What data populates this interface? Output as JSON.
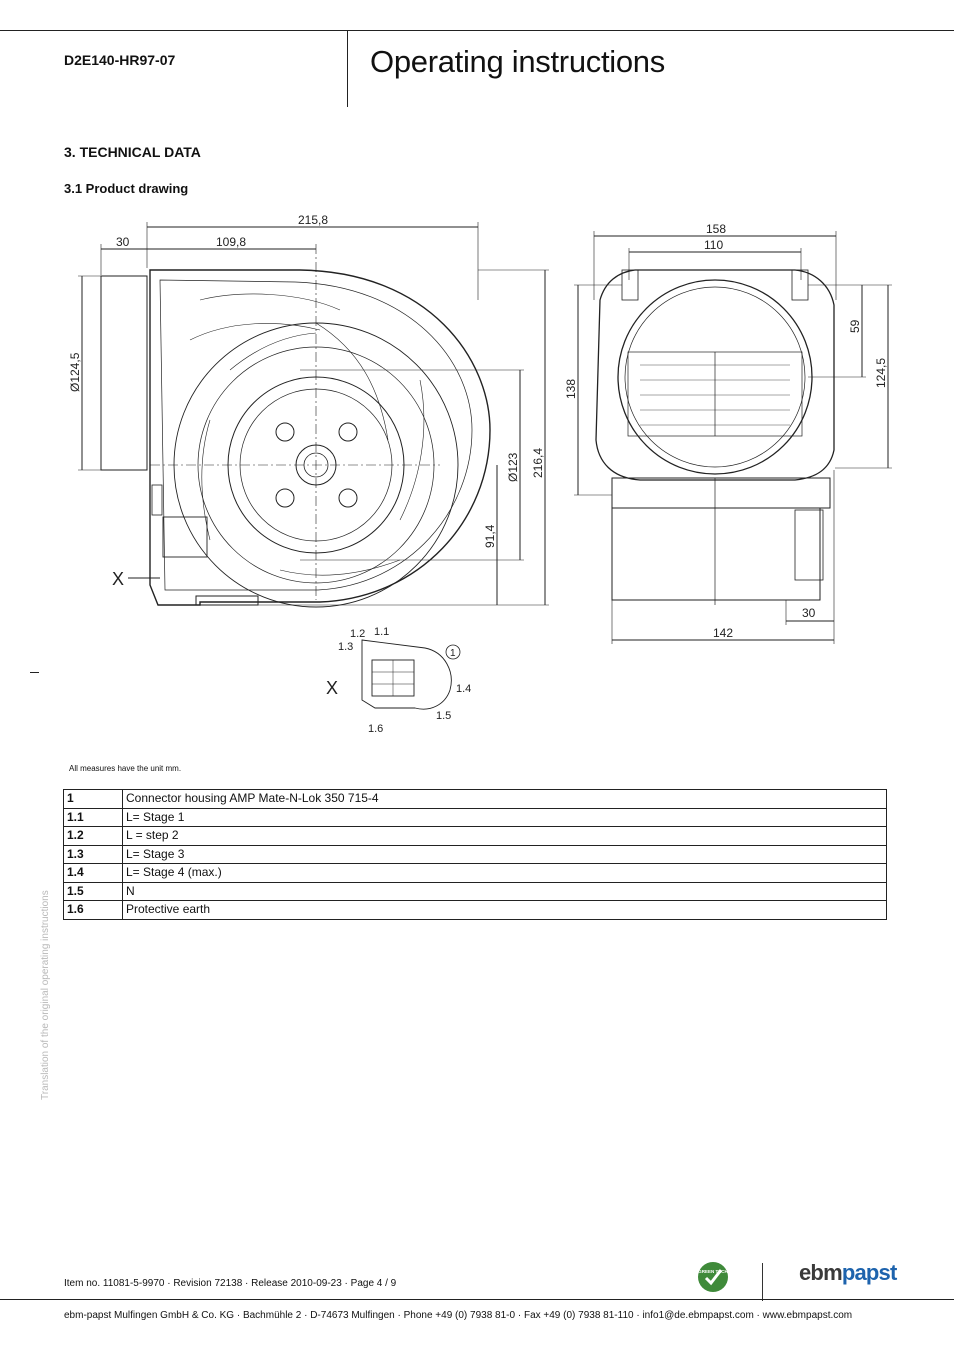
{
  "header": {
    "model": "D2E140-HR97-07",
    "title": "Operating instructions"
  },
  "section": {
    "title": "3. TECHNICAL DATA",
    "subsection": "3.1 Product drawing"
  },
  "drawing": {
    "dimensions": {
      "overall_width": "215,8",
      "inlet_offset": "30",
      "axis_offset": "109,8",
      "inlet_diameter": "Ø124,5",
      "wheel_diameter": "Ø123",
      "overall_height": "216,4",
      "axis_height": "91,4",
      "side_width": "158",
      "side_inner_width": "110",
      "side_mount_height": "59",
      "side_height": "124,5",
      "side_depth": "138",
      "motor_width": "142",
      "motor_offset": "30"
    },
    "detail_label": "X",
    "connector_labels": [
      "1.2",
      "1.1",
      "1.3",
      "1",
      "1.4",
      "1.5",
      "1.6"
    ]
  },
  "units_note": "All measures have the unit mm.",
  "legend_rows": [
    {
      "key": "1",
      "value": "Connector housing AMP Mate-N-Lok 350 715-4"
    },
    {
      "key": "1.1",
      "value": "L= Stage 1"
    },
    {
      "key": "1.2",
      "value": "L = step 2"
    },
    {
      "key": "1.3",
      "value": "L= Stage 3"
    },
    {
      "key": "1.4",
      "value": "L= Stage 4 (max.)"
    },
    {
      "key": "1.5",
      "value": "N"
    },
    {
      "key": "1.6",
      "value": "Protective earth"
    }
  ],
  "side_note": "Translation of the original operating instructions",
  "footer": {
    "item_line": "Item no. 11081-5-9970 · Revision 72138 · Release 2010-09-23 · Page 4 / 9",
    "company_line": "ebm-papst Mulfingen GmbH & Co. KG · Bachmühle 2 · D-74673 Mulfingen · Phone +49 (0) 7938 81-0 · Fax +49 (0) 7938 81-110 · info1@de.ebmpapst.com · www.ebmpapst.com",
    "badge_text": "GREEN TECH",
    "logo_part1": "ebm",
    "logo_part2": "papst",
    "colors": {
      "logo_blue": "#1d63ad",
      "logo_gray": "#3a3a3a",
      "badge_green": "#3f8a3a"
    }
  }
}
